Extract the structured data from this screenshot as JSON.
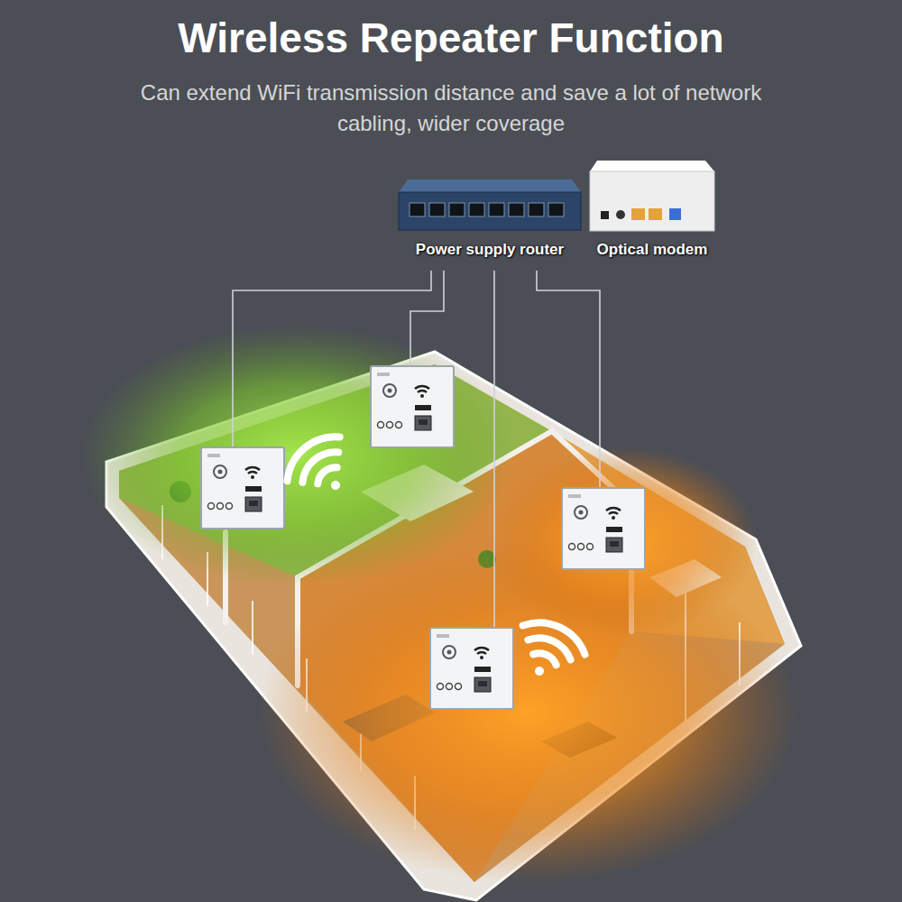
{
  "diagram": {
    "title": "Wireless Repeater Function",
    "nodes": [
      {
        "text": [
          "Power supply router"
        ]
      },
      {
        "text": [
          "Optical modem"
        ]
      }
    ],
    "labels": [
      "Can extend WiFi transmission distance and save a lot of network cabling, wider coverage"
    ]
  }
}
